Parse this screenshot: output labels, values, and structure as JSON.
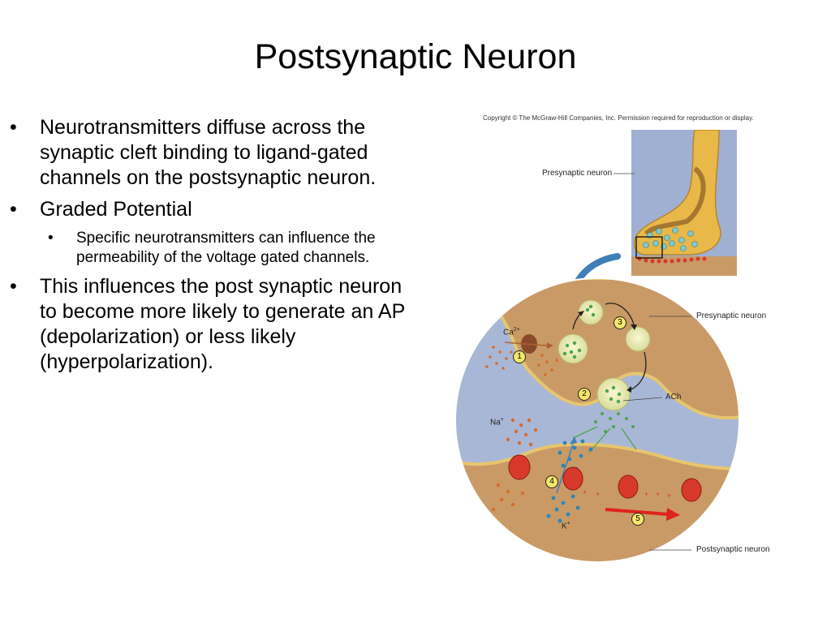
{
  "slide": {
    "title": "Postsynaptic Neuron",
    "bullets": [
      {
        "level": 1,
        "text": "Neurotransmitters diffuse across the synaptic cleft binding to ligand-gated channels on the postsynaptic neuron."
      },
      {
        "level": 1,
        "text": "Graded Potential"
      },
      {
        "level": 2,
        "text": "Specific neurotransmitters can influence the permeability of the voltage gated channels."
      },
      {
        "level": 1,
        "text": "This influences the post synaptic neuron to become more likely to generate an AP (depolarization) or less likely (hyperpolarization)."
      }
    ],
    "bullet_glyph": "•"
  },
  "figure": {
    "copyright": "Copyright © The McGraw-Hill Companies, Inc. Permission required for reproduction or display.",
    "labels": {
      "presynaptic_top": "Presynaptic neuron",
      "presynaptic_mid": "Presynaptic neuron",
      "postsynaptic": "Postsynaptic neuron",
      "ach": "ACh",
      "ca": "Ca",
      "ca_sup": "2+",
      "na": "Na",
      "na_sup": "+",
      "k": "K",
      "k_sup": "+"
    },
    "steps": [
      "1",
      "2",
      "3",
      "4",
      "5"
    ],
    "colors": {
      "cell": "#c99a66",
      "cleft": "#a9b7d6",
      "axon": "#e8b848",
      "membrane": "#e7c66d",
      "channel": "#d8392b",
      "arrow_blue": "#3f7fb7",
      "arrow_red": "#e0231c"
    }
  }
}
